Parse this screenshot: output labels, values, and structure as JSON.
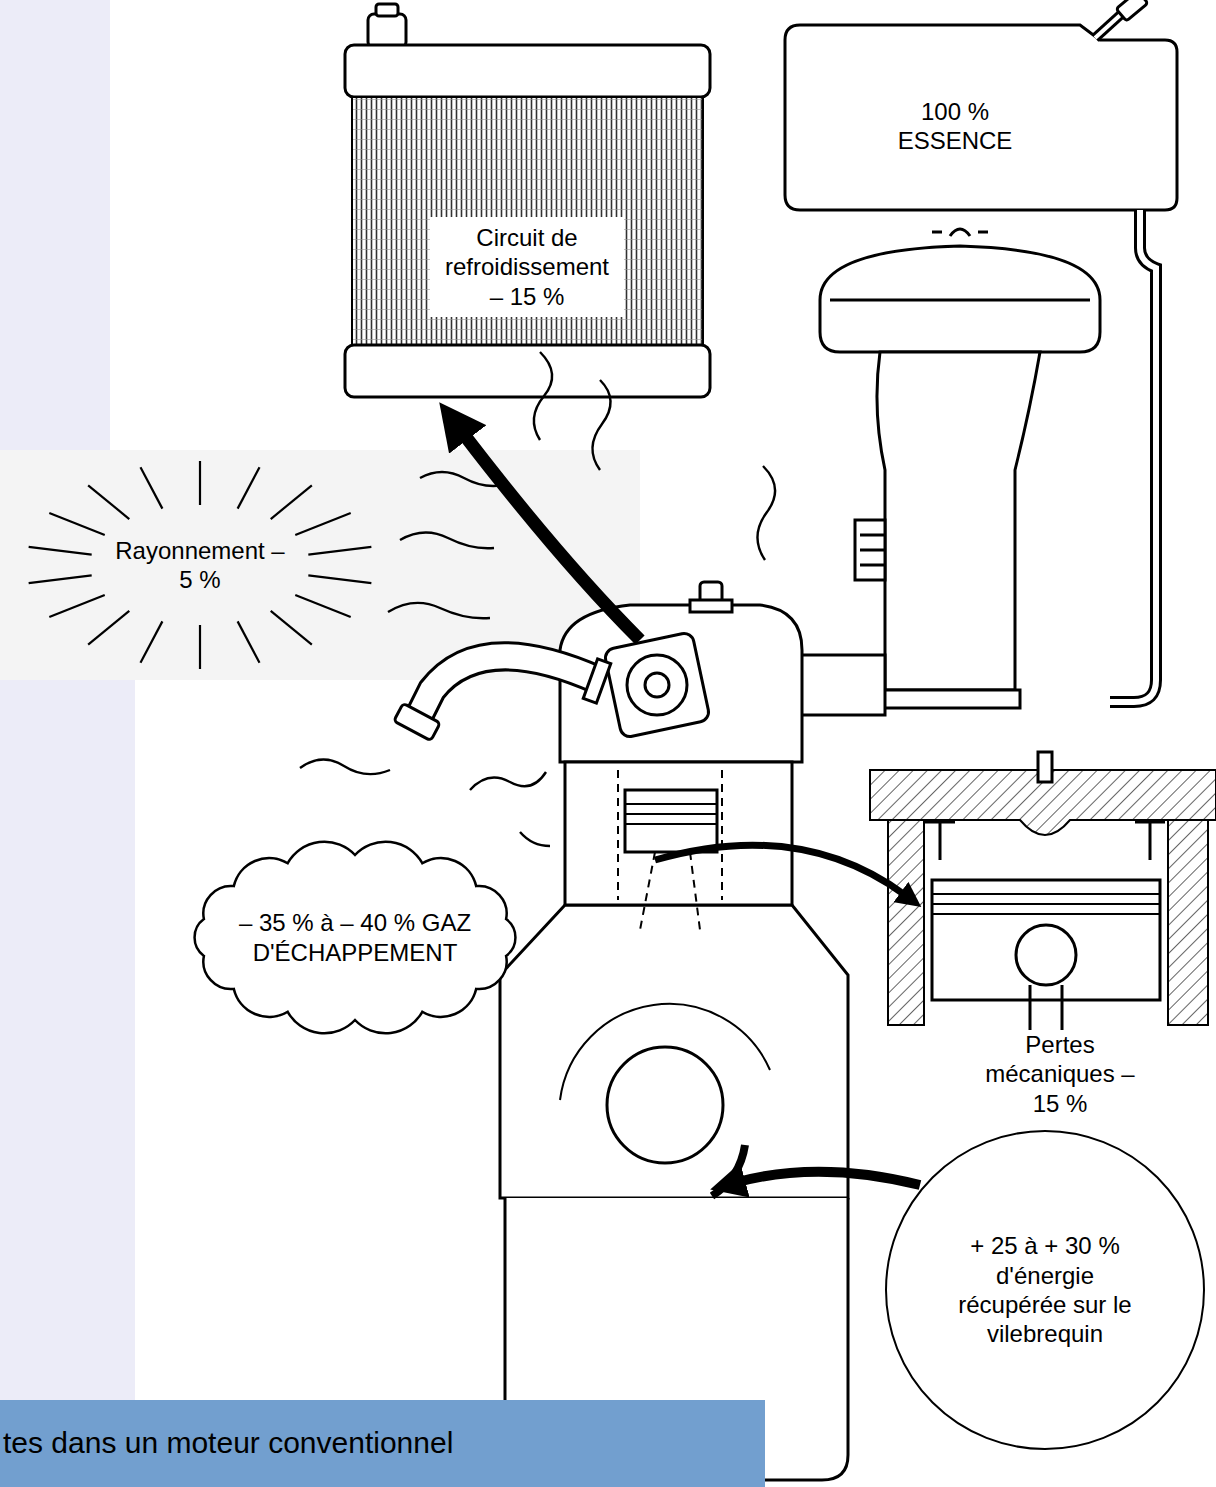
{
  "diagram": {
    "caption": "tes dans un moteur conventionnel",
    "nodes": [
      {
        "text": [
          "Circuit de refroidissement – 15 %"
        ]
      },
      {
        "text": [
          "100 % ESSENCE"
        ]
      },
      {
        "text": [
          "Rayonnement – 5 %"
        ]
      },
      {
        "text": [
          "– 35 % à – 40 % GAZ D'ÉCHAPPEMENT"
        ]
      },
      {
        "text": [
          "+ 25 à + 30 % d'énergie récupérée sur le vilebrequin"
        ]
      }
    ],
    "labels": [
      "Pertes mécaniques – 15 %"
    ]
  }
}
